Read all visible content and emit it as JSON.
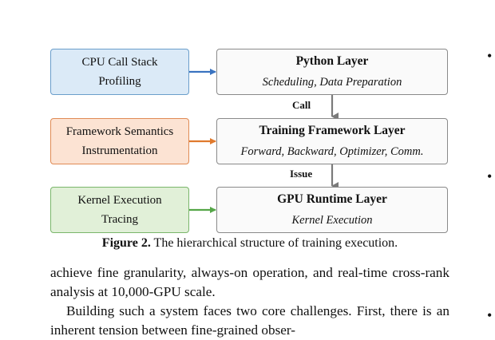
{
  "figure": {
    "left_boxes": [
      {
        "line1": "CPU Call Stack",
        "line2": "Profiling",
        "fill": "#dbeaf7",
        "border": "#6a9ecb",
        "arrow": "#3a73c0"
      },
      {
        "line1": "Framework Semantics",
        "line2": "Instrumentation",
        "fill": "#fce3d3",
        "border": "#e08b55",
        "arrow": "#e07a2e"
      },
      {
        "line1": "Kernel Execution",
        "line2": "Tracing",
        "fill": "#e1f0d8",
        "border": "#7ab66b",
        "arrow": "#55a648"
      }
    ],
    "layers": [
      {
        "title": "Python Layer",
        "subtitle": "Scheduling, Data Preparation"
      },
      {
        "title": "Training Framework Layer",
        "subtitle": "Forward, Backward, Optimizer, Comm."
      },
      {
        "title": "GPU Runtime Layer",
        "subtitle": "Kernel Execution"
      }
    ],
    "edge_labels": [
      "Call",
      "Issue"
    ],
    "caption_label": "Figure 2.",
    "caption_text": " The hierarchical structure of training execution."
  },
  "body": {
    "paragraph1": "achieve fine granularity, always-on operation, and real-time cross-rank analysis at 10,000-GPU scale.",
    "paragraph2": "Building such a system faces two core challenges. First, there is an inherent tension between fine-grained obser-"
  },
  "margin_bullets": [
    "•",
    "•",
    "•"
  ]
}
